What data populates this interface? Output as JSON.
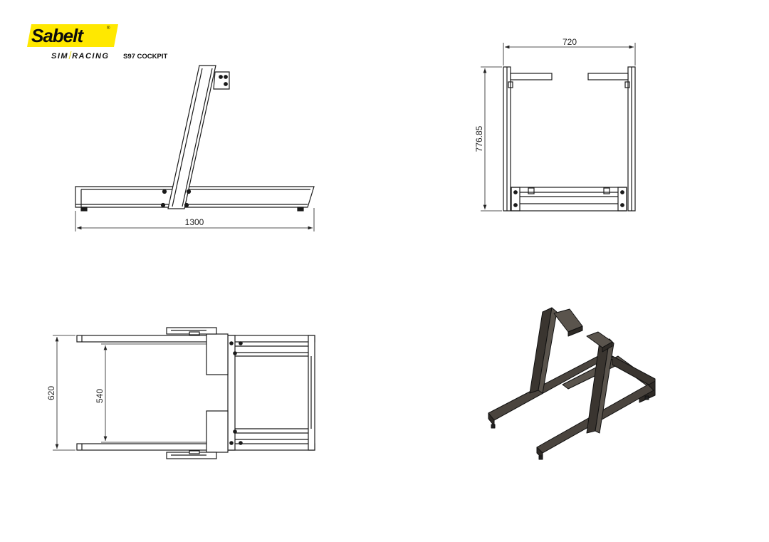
{
  "brand": {
    "name": "Sabelt",
    "registered": "®",
    "sub_left": "SIM",
    "sub_right": "RACING",
    "product": "S97 COCKPIT",
    "logo_color": "#ffe800"
  },
  "views": {
    "side": {
      "dimension": "1300"
    },
    "front": {
      "width": "720",
      "height": "776.85"
    },
    "top": {
      "outer_width": "620",
      "inner_width": "540"
    },
    "iso": {}
  },
  "colors": {
    "line": "#1a1a1a",
    "frame_dark": "#3a3530",
    "frame_mid": "#5a544d"
  }
}
